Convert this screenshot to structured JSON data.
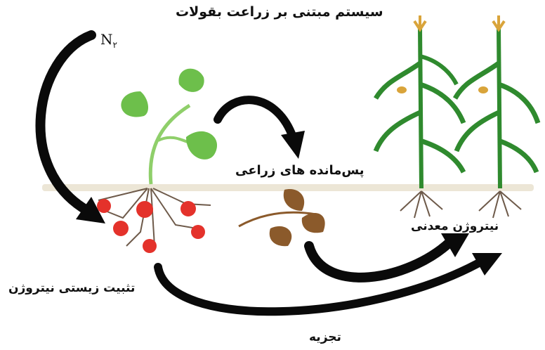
{
  "labels": {
    "title": "سیستم مبتنی بر زراعت بقولات",
    "residues": "پس‌مانده های زراعی",
    "mineral_nitrogen": "نیتروژن معدنی",
    "bio_fixation": "تثبیت زیستی نیتروژن",
    "decomposition": "تجزیه"
  },
  "n2": {
    "symbol": "N",
    "subscript": "۲"
  },
  "colors": {
    "arrow": "#0a0a0a",
    "soil": "#ece6d6",
    "legume_leaf": "#6dbf4b",
    "legume_stem": "#8fcf6a",
    "nodule": "#e4322b",
    "residue_leaf": "#8b5a2b",
    "corn_leaf": "#2f8a2e",
    "corn_tassel": "#d9a43a",
    "root": "#6e5a4a"
  }
}
